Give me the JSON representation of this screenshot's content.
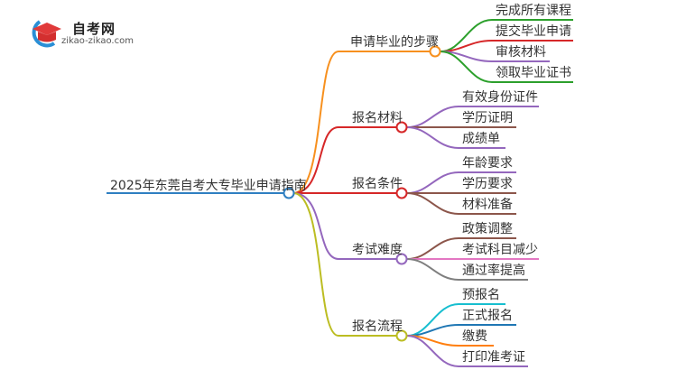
{
  "logo": {
    "title": "自考网",
    "url": "zikao-zikao.com"
  },
  "root": {
    "label": "2025年东莞自考大专毕业申请指南",
    "color": "#2f7fc1"
  },
  "branches": [
    {
      "label": "申请毕业的步骤",
      "color": "#f7901e",
      "children": [
        {
          "label": "完成所有课程",
          "color": "#2ca02c"
        },
        {
          "label": "提交毕业申请",
          "color": "#d62728"
        },
        {
          "label": "审核材料",
          "color": "#9467bd"
        },
        {
          "label": "领取毕业证书",
          "color": "#2ca02c"
        }
      ]
    },
    {
      "label": "报名材料",
      "color": "#d62728",
      "children": [
        {
          "label": "有效身份证件",
          "color": "#9467bd"
        },
        {
          "label": "学历证明",
          "color": "#8c564b"
        },
        {
          "label": "成绩单",
          "color": "#9467bd"
        }
      ]
    },
    {
      "label": "报名条件",
      "color": "#d62728",
      "children": [
        {
          "label": "年龄要求",
          "color": "#9467bd"
        },
        {
          "label": "学历要求",
          "color": "#8c564b"
        },
        {
          "label": "材料准备",
          "color": "#8c564b"
        }
      ]
    },
    {
      "label": "考试难度",
      "color": "#9467bd",
      "children": [
        {
          "label": "政策调整",
          "color": "#8c564b"
        },
        {
          "label": "考试科目减少",
          "color": "#e377c2"
        },
        {
          "label": "通过率提高",
          "color": "#7f7f7f"
        }
      ]
    },
    {
      "label": "报名流程",
      "color": "#bcbd22",
      "children": [
        {
          "label": "预报名",
          "color": "#17becf"
        },
        {
          "label": "正式报名",
          "color": "#1f77b4"
        },
        {
          "label": "缴费",
          "color": "#ff7f0e"
        },
        {
          "label": "打印准考证",
          "color": "#9467bd"
        }
      ]
    }
  ]
}
